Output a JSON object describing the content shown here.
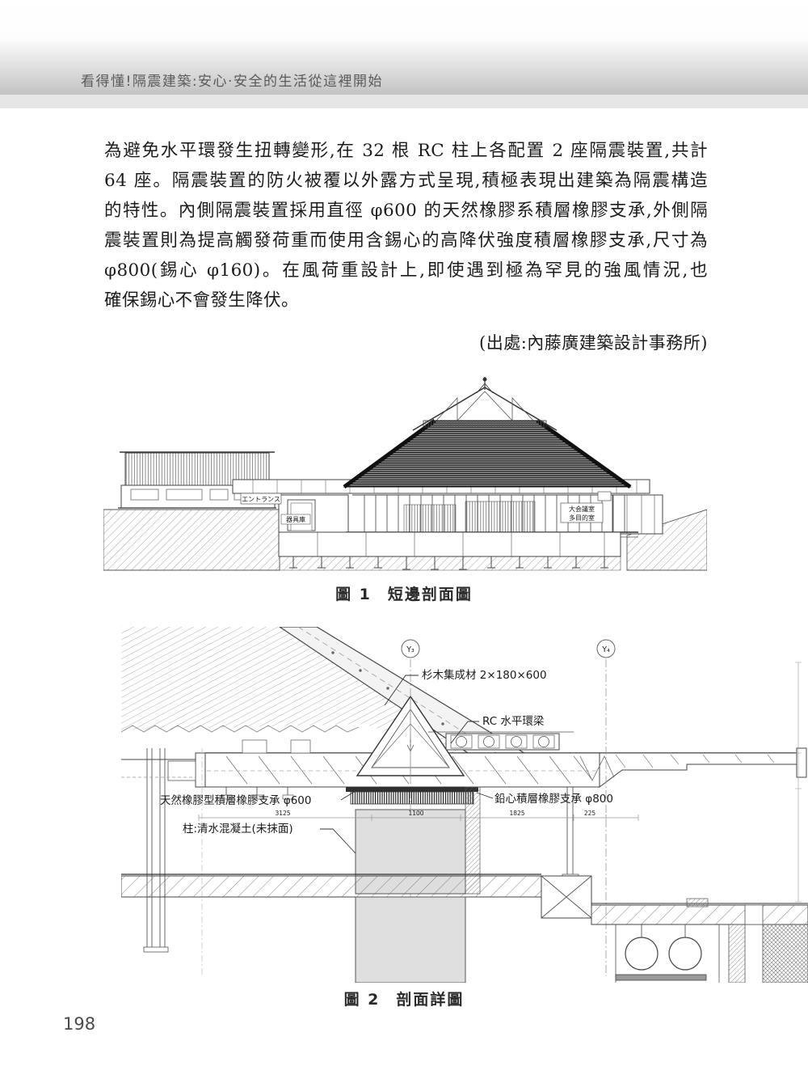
{
  "header": {
    "title": "看得懂!隔震建築:安心·安全的生活從這裡開始"
  },
  "paragraph": {
    "lines": [
      "為避免水平環發生扭轉變形,在 32 根 RC 柱上各配置 2 座隔震裝置,共計",
      "64 座。隔震裝置的防火被覆以外露方式呈現,積極表現出建築為隔震構造",
      "的特性。內側隔震裝置採用直徑 φ600 的天然橡膠系積層橡膠支承,外側隔",
      "震裝置則為提高觸發荷重而使用含錫心的高降伏強度積層橡膠支承,尺寸為",
      "φ800(錫心 φ160)。在風荷重設計上,即使遇到極為罕見的強風情況,也",
      "確保錫心不會發生降伏。"
    ],
    "attribution": "(出處:內藤廣建築設計事務所)"
  },
  "figure1": {
    "caption_label": "圖 1",
    "caption_title": "短邊剖面圖",
    "labels": {
      "entrance": "エントランス",
      "storage": "器具庫",
      "meeting_room": "大会議室",
      "multipurpose_room": "多目的室"
    }
  },
  "figure2": {
    "caption_label": "圖 2",
    "caption_title": "剖面詳圖",
    "grid_left": "Y₃",
    "grid_right": "Y₄",
    "labels": {
      "glulam": "杉木集成材 2×180×600",
      "ring_beam": "RC 水平環梁",
      "natural_rubber_bearing": "天然橡膠型積層橡膠支承 φ600",
      "lead_core_bearing": "鉛心積層橡膠支承 φ800",
      "column": "柱:清水混凝土(未抹面)"
    },
    "dims": [
      "3125",
      "1100",
      "1825",
      "225"
    ]
  },
  "footer": {
    "page_number": "198"
  },
  "colors": {
    "paper": "#ffffff",
    "band_gray": "#c3c3c3",
    "strip_gray": "#e6e6e6",
    "header_text": "#5a5a5a",
    "ink": "#1c1c1c",
    "drawing_line": "#444444",
    "column_gray": "#dedede"
  }
}
